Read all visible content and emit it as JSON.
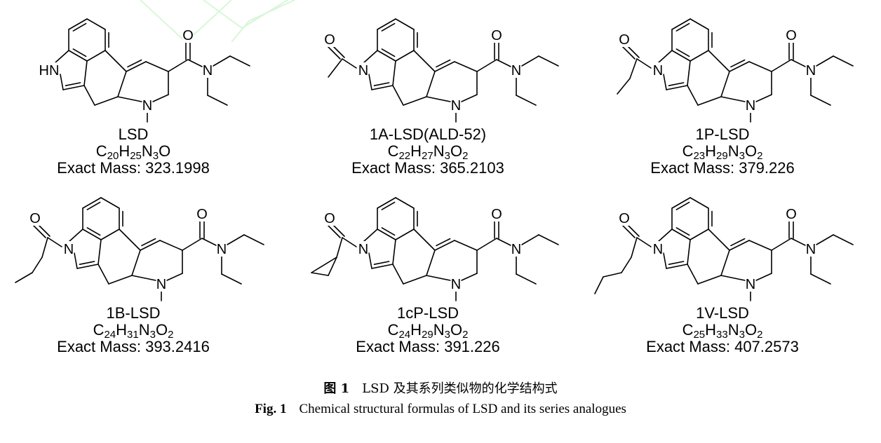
{
  "compounds": [
    {
      "name": "LSD",
      "formula": [
        [
          "C",
          "20"
        ],
        [
          "H",
          "25"
        ],
        [
          "N",
          "3"
        ],
        [
          "O",
          ""
        ]
      ],
      "mass_label": "Exact Mass:",
      "mass": "323.1998",
      "substituent": "H"
    },
    {
      "name": "1A-LSD(ALD-52)",
      "formula": [
        [
          "C",
          "22"
        ],
        [
          "H",
          "27"
        ],
        [
          "N",
          "3"
        ],
        [
          "O",
          "2"
        ]
      ],
      "mass_label": "Exact Mass:",
      "mass": "365.2103",
      "substituent": "acetyl"
    },
    {
      "name": "1P-LSD",
      "formula": [
        [
          "C",
          "23"
        ],
        [
          "H",
          "29"
        ],
        [
          "N",
          "3"
        ],
        [
          "O",
          "2"
        ]
      ],
      "mass_label": "Exact Mass:",
      "mass": "379.226",
      "substituent": "propionyl"
    },
    {
      "name": "1B-LSD",
      "formula": [
        [
          "C",
          "24"
        ],
        [
          "H",
          "31"
        ],
        [
          "N",
          "3"
        ],
        [
          "O",
          "2"
        ]
      ],
      "mass_label": "Exact Mass:",
      "mass": "393.2416",
      "substituent": "butanoyl"
    },
    {
      "name": "1cP-LSD",
      "formula": [
        [
          "C",
          "24"
        ],
        [
          "H",
          "29"
        ],
        [
          "N",
          "3"
        ],
        [
          "O",
          "2"
        ]
      ],
      "mass_label": "Exact Mass:",
      "mass": "391.226",
      "substituent": "cyclopropanoyl"
    },
    {
      "name": "1V-LSD",
      "formula": [
        [
          "C",
          "25"
        ],
        [
          "H",
          "33"
        ],
        [
          "N",
          "3"
        ],
        [
          "O",
          "2"
        ]
      ],
      "mass_label": "Exact Mass:",
      "mass": "407.2573",
      "substituent": "valeroyl"
    }
  ],
  "atoms": {
    "HN": "HN",
    "N": "N",
    "O": "O"
  },
  "figure": {
    "cn_label": "图 1",
    "cn_text": "LSD 及其系列类似物的化学结构式",
    "en_label": "Fig. 1",
    "en_text": "Chemical structural formulas of LSD and its series analogues"
  },
  "watermark_color": "#b9f0b9"
}
